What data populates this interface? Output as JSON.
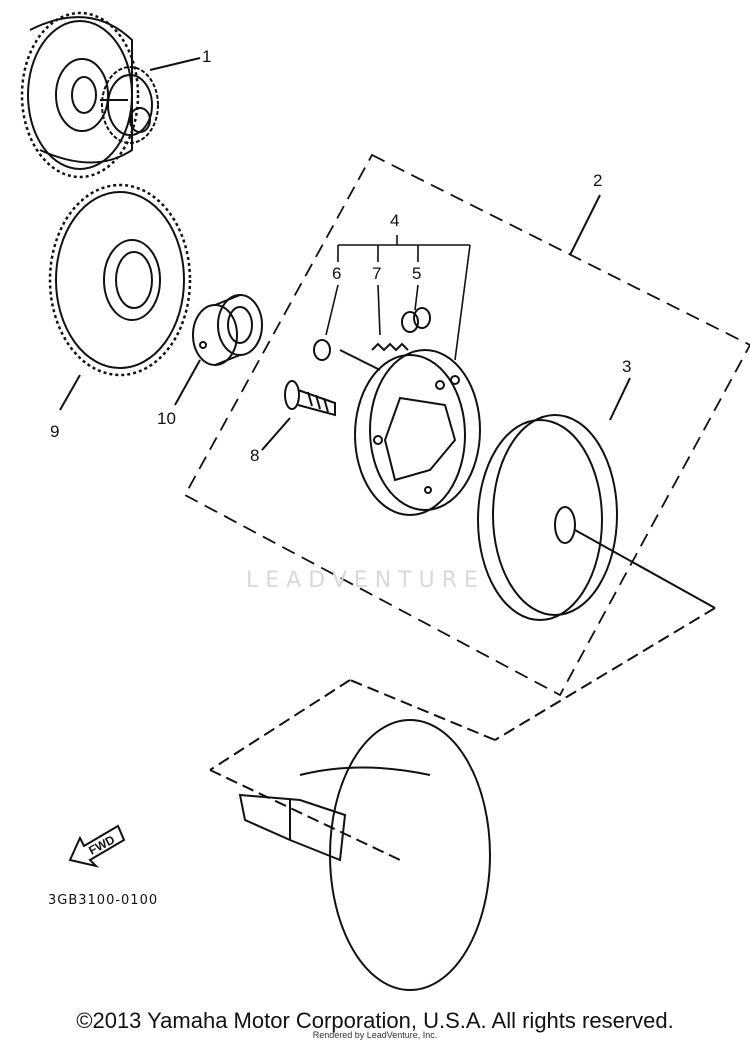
{
  "diagram": {
    "callouts": [
      "1",
      "2",
      "3",
      "4",
      "5",
      "6",
      "7",
      "8",
      "9",
      "10"
    ],
    "direction_marker": "FWD",
    "part_code": "3GB3100-0100",
    "watermark": "LEADVENTURE"
  },
  "footer": {
    "copyright": "©2013 Yamaha Motor Corporation, U.S.A. All rights reserved.",
    "rendered_by": "Rendered by LeadVenture, Inc."
  }
}
